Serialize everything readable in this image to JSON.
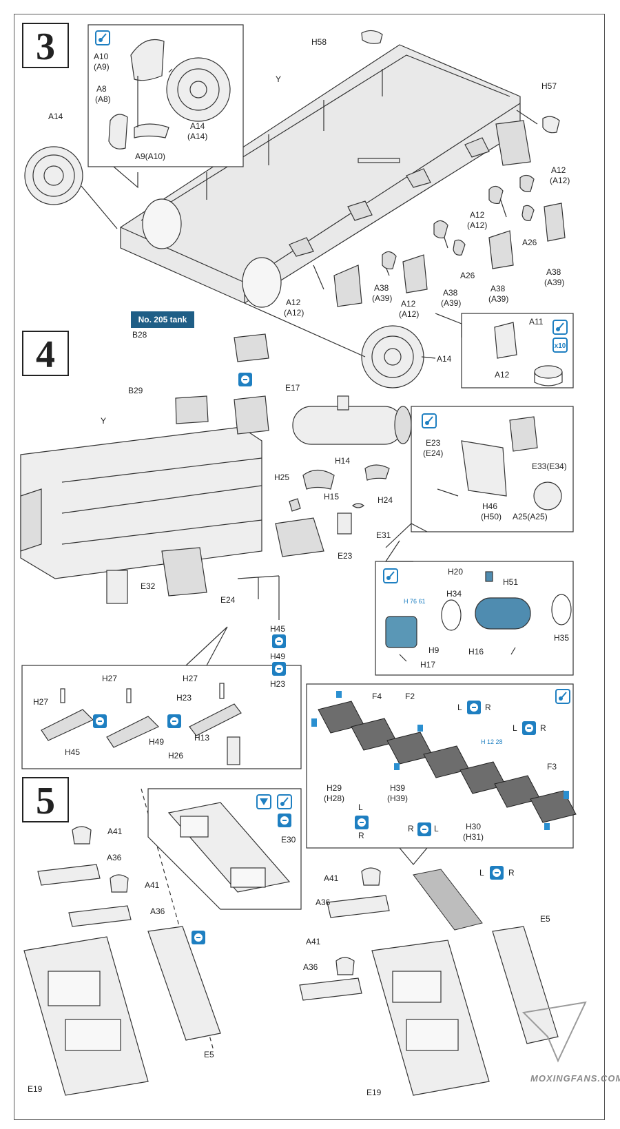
{
  "steps": {
    "s3": "3",
    "s4": "4",
    "s5": "5"
  },
  "badge": "No. 205 tank",
  "watermark": "MOXINGFANS.COM",
  "labels": {
    "H58": "H58",
    "Y3": "Y",
    "H57": "H57",
    "A14_left": "A14",
    "A14_right": "A14",
    "A10": "A10",
    "A9p": "(A9)",
    "A8": "A8",
    "A8p": "(A8)",
    "A14_inset": "A14",
    "A14p_inset": "(A14)",
    "A9A10": "A9(A10)",
    "A12_1": "A12",
    "A12p_1": "(A12)",
    "A12_2": "A12",
    "A12p_2": "(A12)",
    "A12_3": "A12",
    "A12p_3": "(A12)",
    "A12_4": "A12",
    "A12p_4": "(A12)",
    "A26_1": "A26",
    "A26_2": "A26",
    "A38_1": "A38",
    "A39p_1": "(A39)",
    "A38_2": "A38",
    "A39p_2": "(A39)",
    "A38_3": "A38",
    "A39p_3": "(A39)",
    "A38_4": "A38",
    "A39p_4": "(A39)",
    "A11": "A11",
    "A12_inset": "A12",
    "x10": "x10",
    "B28": "B28",
    "B29": "B29",
    "E17": "E17",
    "Y4": "Y",
    "H14": "H14",
    "H15": "H15",
    "H25": "H25",
    "H24": "H24",
    "E31": "E31",
    "E23_main": "E23",
    "E32": "E32",
    "E24_main": "E24",
    "H45_main": "H45",
    "H49_main": "H49",
    "H23_main": "H23",
    "E23_inset": "E23",
    "E24p": "(E24)",
    "E33": "E33(E34)",
    "H46": "H46",
    "H50p": "(H50)",
    "A25": "A25(A25)",
    "H20": "H20",
    "H51": "H51",
    "H34": "H34",
    "H35": "H35",
    "H9": "H9",
    "H16": "H16",
    "H17": "H17",
    "H76": "H 76 61",
    "H27_1": "H27",
    "H27_2": "H27",
    "H27_3": "H27",
    "H23_in": "H23",
    "H13": "H13",
    "H26": "H26",
    "H45_in": "H45",
    "H49_in": "H49",
    "F4": "F4",
    "F2": "F2",
    "F3": "F3",
    "L1": "L",
    "R1": "R",
    "L2": "L",
    "R2": "R",
    "H12": "H 12 28",
    "H29": "H29",
    "H28p": "(H28)",
    "H39": "H39",
    "H39p": "(H39)",
    "L3": "L",
    "R3": "R",
    "R4": "R",
    "L4": "L",
    "H30": "H30",
    "H31p": "(H31)",
    "A41_1": "A41",
    "A36_1": "A36",
    "A41_2": "A41",
    "A36_2": "A36",
    "E19_1": "E19",
    "E5_1": "E5",
    "E30": "E30",
    "A41_3": "A41",
    "A36_3": "A36",
    "A41_4": "A41",
    "A36_4": "A36",
    "L5": "L",
    "R5": "R",
    "E5_2": "E5",
    "E19_2": "E19"
  },
  "colors": {
    "accent": "#1f5e86",
    "icon_blue": "#1e7fc1",
    "track_gray": "#6d6d6d",
    "clip_blue": "#2a8fd0"
  },
  "icons": [
    "glue-icon",
    "symmetric-part-icon",
    "x10-quantity-icon",
    "cut-icon"
  ]
}
